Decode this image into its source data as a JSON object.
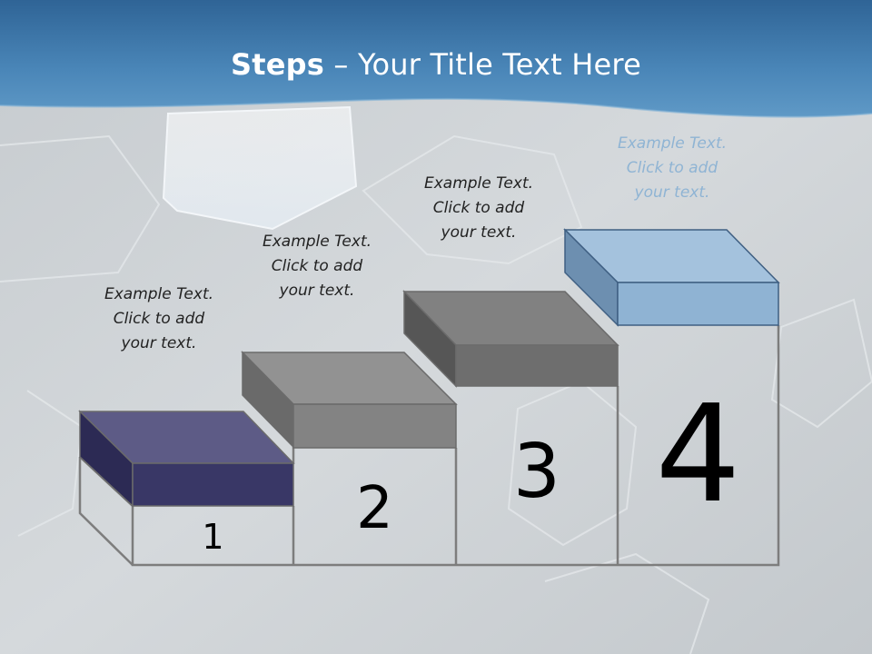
{
  "title": {
    "bold": "Steps",
    "rest": " – Your Title Text Here"
  },
  "steps": [
    {
      "number": "1",
      "caption": [
        "Example Text.",
        "Click  to add",
        "your text."
      ],
      "color": "#393766"
    },
    {
      "number": "2",
      "caption": [
        "Example Text.",
        "Click  to add",
        "your text."
      ],
      "color": "#838383"
    },
    {
      "number": "3",
      "caption": [
        "Example Text.",
        "Click  to add",
        "your text."
      ],
      "color": "#6e6e6e"
    },
    {
      "number": "4",
      "caption": [
        "Example Text.",
        "Click  to add",
        "your text."
      ],
      "color": "#8fb3d3"
    }
  ]
}
